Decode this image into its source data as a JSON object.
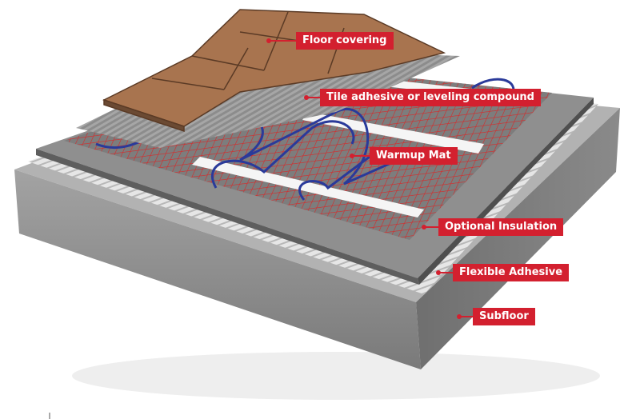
{
  "diagram": {
    "labels": [
      {
        "id": "floor-covering",
        "text": "Floor covering"
      },
      {
        "id": "tile-adhesive",
        "text": "Tile adhesive or leveling compound"
      },
      {
        "id": "warmup-mat",
        "text": "Warmup Mat"
      },
      {
        "id": "optional-insulation",
        "text": "Optional Insulation"
      },
      {
        "id": "flexible-adhesive",
        "text": "Flexible Adhesive"
      },
      {
        "id": "subfloor",
        "text": "Subfloor"
      }
    ],
    "mat_brand_text": "Warmup",
    "colors": {
      "label": "#d3202f",
      "grid": "#d62a2a",
      "cable": "#2a3a9a",
      "tile": "#a8744f",
      "concrete": "#9a9a9a"
    }
  }
}
